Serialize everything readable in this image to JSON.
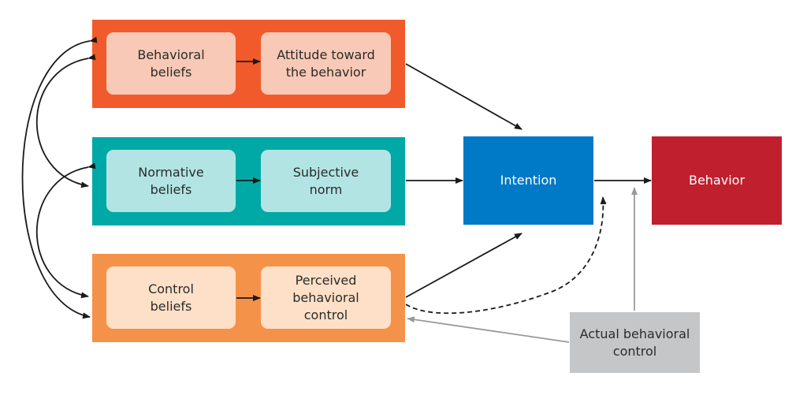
{
  "rows": [
    {
      "left_label": "Behavioral\nbeliefs",
      "right_label": "Attitude toward\nthe behavior"
    },
    {
      "left_label": "Normative\nbeliefs",
      "right_label": "Subjective\nnorm"
    },
    {
      "left_label": "Control\nbeliefs",
      "right_label": "Perceived\nbehavioral\ncontrol"
    }
  ],
  "intention": "Intention",
  "behavior": "Behavior",
  "actual_control": "Actual behavioral\ncontrol",
  "colors": {
    "attitude_band": "#f15a2b",
    "norm_band": "#00a9a5",
    "control_band": "#f4924a",
    "intention": "#0079c6",
    "behavior": "#c01f2e",
    "actual_control": "#c5c6c8"
  }
}
